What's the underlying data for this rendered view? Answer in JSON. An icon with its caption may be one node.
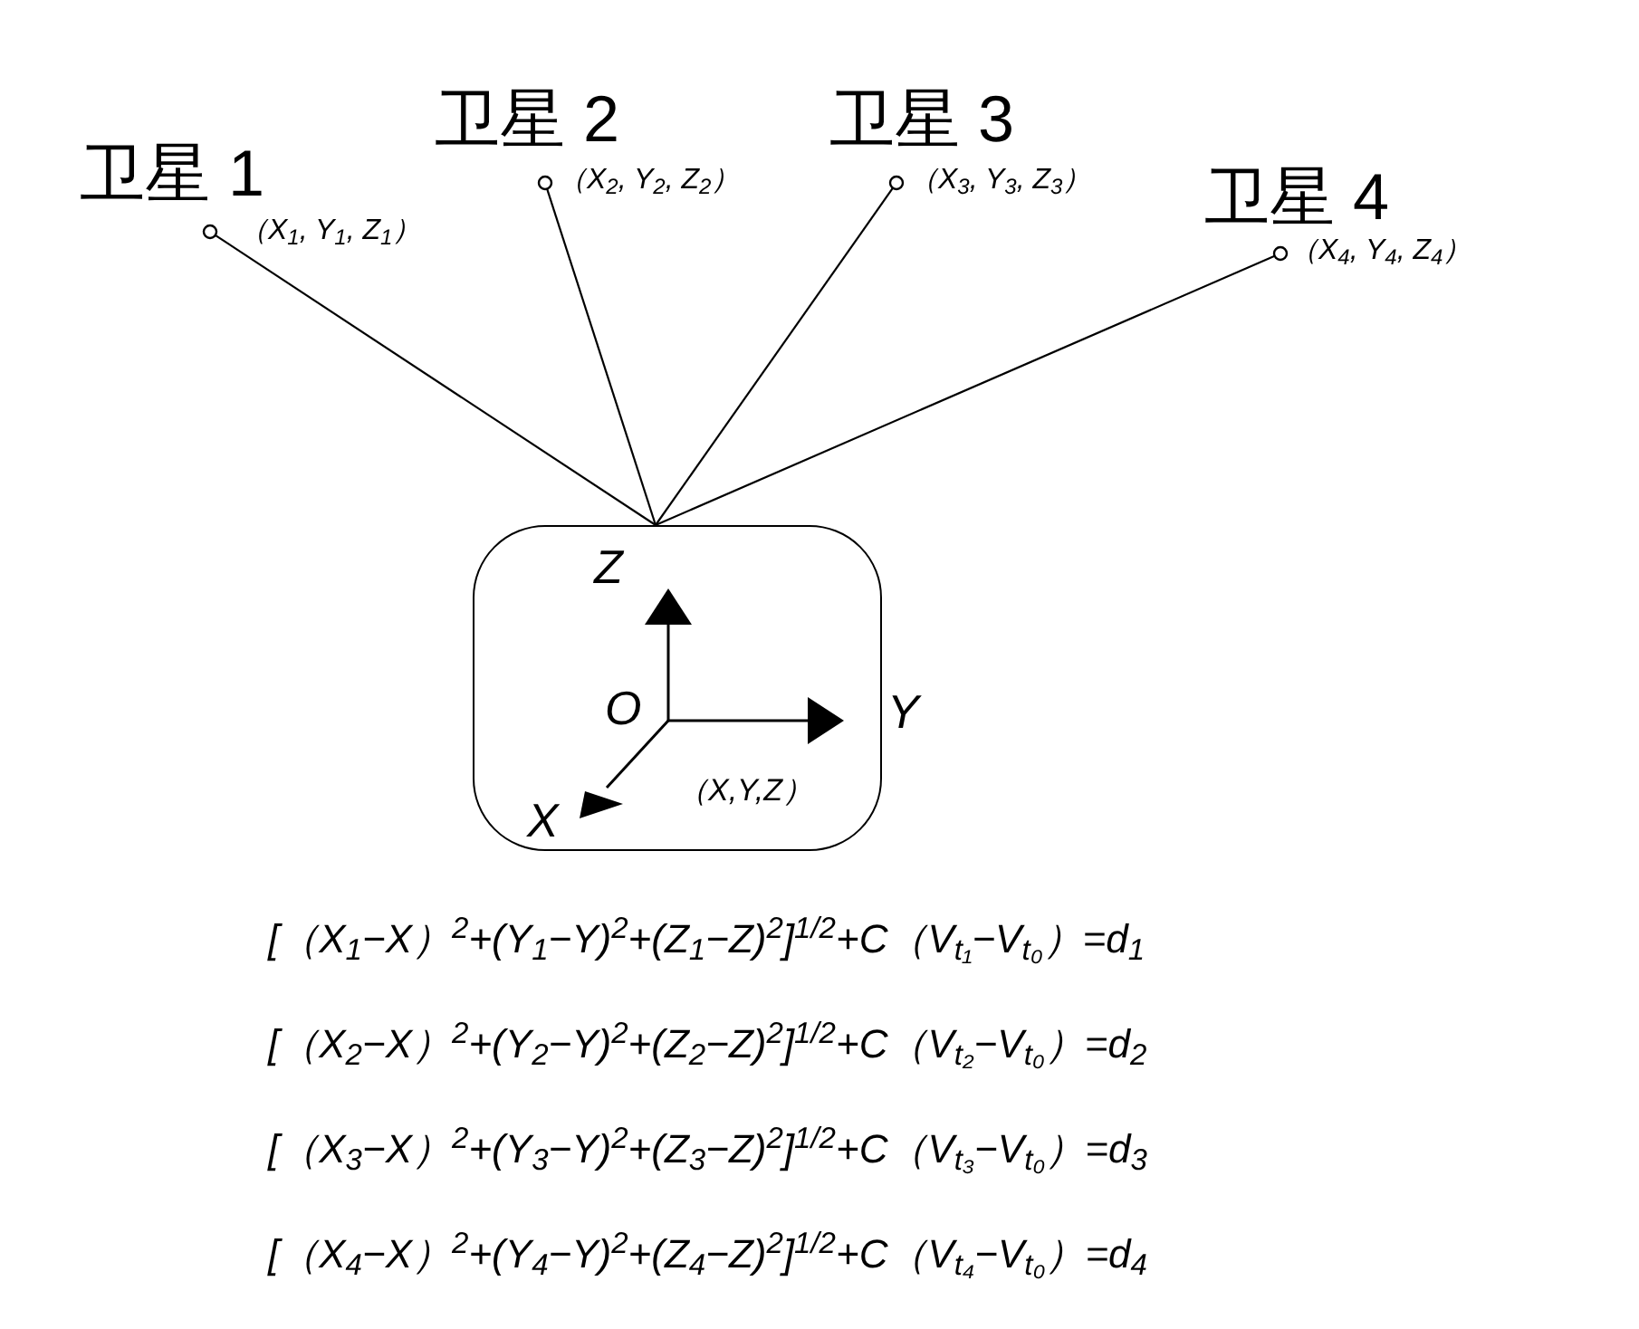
{
  "diagram": {
    "nodes": [
      {
        "text": [],
        "shape": "circle",
        "beside": [
          "卫星 1",
          "（X$_{1}$, Y$_{1}$, Z$_{1}$）"
        ]
      },
      {
        "text": [],
        "shape": "circle",
        "beside": [
          "卫星 2",
          "（X$_{2}$, Y$_{2}$, Z$_{2}$）"
        ]
      },
      {
        "text": [],
        "shape": "circle",
        "beside": [
          "卫星 3",
          "（X$_{3}$, Y$_{3}$, Z$_{3}$）"
        ]
      },
      {
        "text": [],
        "shape": "circle",
        "beside": [
          "卫星 4",
          "（X$_{4}$, Y$_{4}$, Z$_{4}$）"
        ]
      },
      {
        "text": [
          "（X,Y,Z）"
        ]
      }
    ],
    "edges": [
      {
        "from": 0,
        "to": 4,
        "arrow": "none"
      },
      {
        "from": 1,
        "to": 4,
        "arrow": "none"
      },
      {
        "from": 2,
        "to": 4,
        "arrow": "none"
      },
      {
        "from": 3,
        "to": 4,
        "arrow": "none"
      }
    ],
    "labels": [
      "Z",
      "O",
      "Y",
      "X",
      "[（X$_{1}$−X）$^{2}$+(Y$_{1}$−Y)$^{2}$+(Z$_{1}$−Z)$^{2}$]$^{1/2}$+C（V$_{t₁}$−V$_{t₀}$）=d$_{1}$",
      "[（X$_{2}$−X）$^{2}$+(Y$_{2}$−Y)$^{2}$+(Z$_{2}$−Z)$^{2}$]$^{1/2}$+C（V$_{t₂}$−V$_{t₀}$）=d$_{2}$",
      "[（X$_{3}$−X）$^{2}$+(Y$_{3}$−Y)$^{2}$+(Z$_{3}$−Z)$^{2}$]$^{1/2}$+C（V$_{t₃}$−V$_{t₀}$）=d$_{3}$",
      "[（X$_{4}$−X）$^{2}$+(Y$_{4}$−Y)$^{2}$+(Z$_{4}$−Z)$^{2}$]$^{1/2}$+C（V$_{t₄}$−V$_{t₀}$）=d$_{4}$"
    ]
  }
}
